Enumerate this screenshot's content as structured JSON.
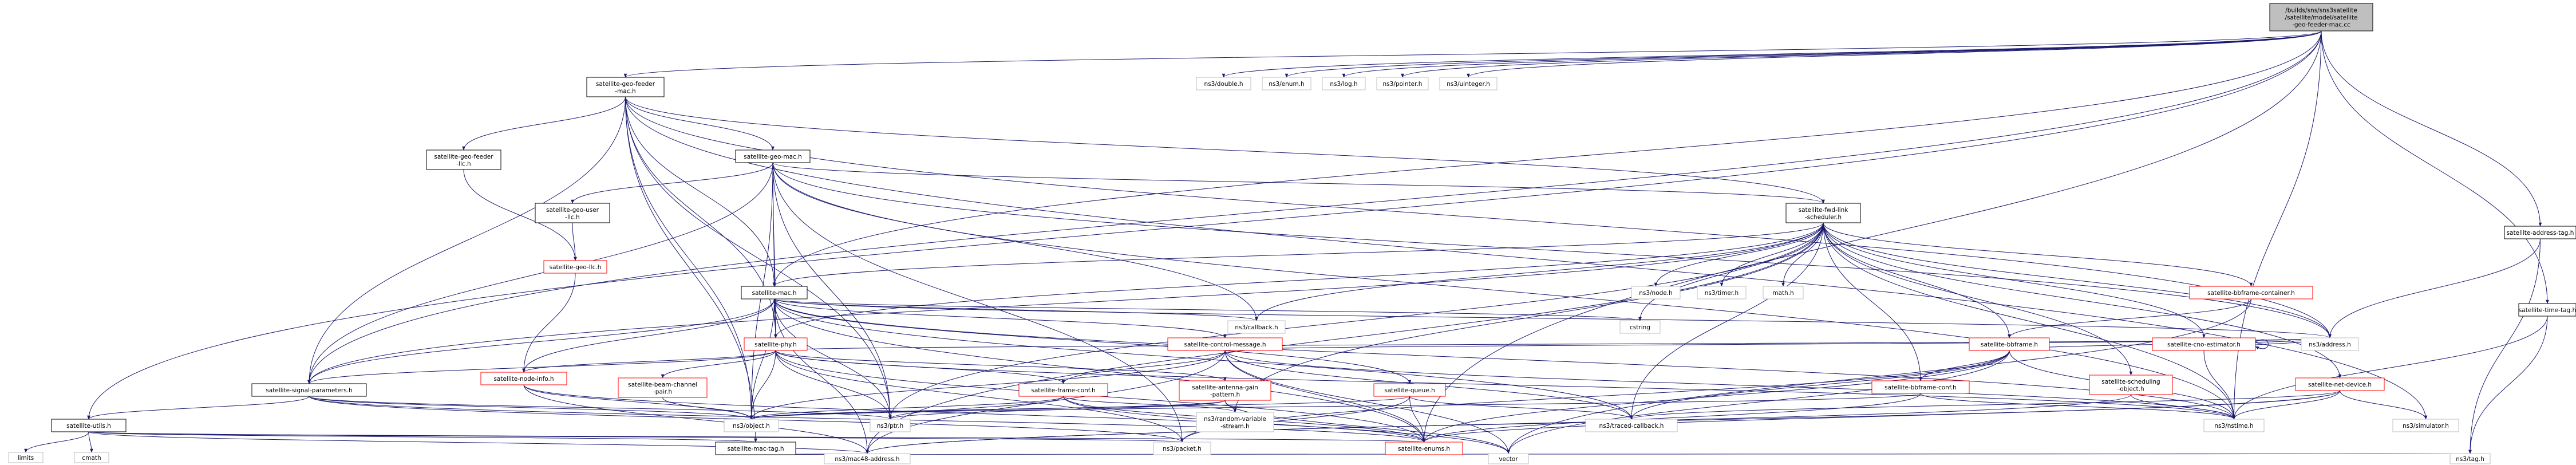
{
  "colors": {
    "edge": "#191970",
    "root_fill": "#bfbfbf",
    "root_border": "#000000",
    "local_border": "#000000",
    "missing_border": "#ff0000",
    "system_border": "#bfbfbf",
    "text": "#000000"
  },
  "chart_data": {
    "type": "diagram",
    "nodes": [
      {
        "id": "root",
        "lines": [
          "/builds/sns/sns3satellite",
          "/satellite/model/satellite",
          "-geo-feeder-mac.cc"
        ],
        "kind": "root"
      },
      {
        "id": "geo_feeder_mac_h",
        "lines": [
          "satellite-geo-feeder",
          "-mac.h"
        ],
        "kind": "local"
      },
      {
        "id": "double",
        "lines": [
          "ns3/double.h"
        ],
        "kind": "system"
      },
      {
        "id": "enum",
        "lines": [
          "ns3/enum.h"
        ],
        "kind": "system"
      },
      {
        "id": "log",
        "lines": [
          "ns3/log.h"
        ],
        "kind": "system"
      },
      {
        "id": "pointer",
        "lines": [
          "ns3/pointer.h"
        ],
        "kind": "system"
      },
      {
        "id": "uinteger",
        "lines": [
          "ns3/uinteger.h"
        ],
        "kind": "system"
      },
      {
        "id": "address_tag",
        "lines": [
          "satellite-address-tag.h"
        ],
        "kind": "local"
      },
      {
        "id": "time_tag",
        "lines": [
          "satellite-time-tag.h"
        ],
        "kind": "local"
      },
      {
        "id": "geo_feeder_llc",
        "lines": [
          "satellite-geo-feeder",
          "-llc.h"
        ],
        "kind": "local"
      },
      {
        "id": "geo_mac",
        "lines": [
          "satellite-geo-mac.h"
        ],
        "kind": "local"
      },
      {
        "id": "geo_user_llc",
        "lines": [
          "satellite-geo-user",
          "-llc.h"
        ],
        "kind": "local"
      },
      {
        "id": "geo_llc",
        "lines": [
          "satellite-geo-llc.h"
        ],
        "kind": "missing"
      },
      {
        "id": "fwd_link",
        "lines": [
          "satellite-fwd-link",
          "-scheduler.h"
        ],
        "kind": "local"
      },
      {
        "id": "mac_h",
        "lines": [
          "satellite-mac.h"
        ],
        "kind": "local"
      },
      {
        "id": "mode",
        "lines": [
          "ns3/node.h"
        ],
        "kind": "system"
      },
      {
        "id": "timer",
        "lines": [
          "ns3/timer.h"
        ],
        "kind": "system"
      },
      {
        "id": "math",
        "lines": [
          "math.h"
        ],
        "kind": "system"
      },
      {
        "id": "bbframe_container",
        "lines": [
          "satellite-bbframe-container.h"
        ],
        "kind": "missing"
      },
      {
        "id": "callback",
        "lines": [
          "ns3/callback.h"
        ],
        "kind": "system"
      },
      {
        "id": "cstring",
        "lines": [
          "cstring"
        ],
        "kind": "system"
      },
      {
        "id": "phy",
        "lines": [
          "satellite-phy.h"
        ],
        "kind": "missing"
      },
      {
        "id": "control_msg",
        "lines": [
          "satellite-control-message.h"
        ],
        "kind": "missing"
      },
      {
        "id": "bbframe",
        "lines": [
          "satellite-bbframe.h"
        ],
        "kind": "missing"
      },
      {
        "id": "cno_estimator",
        "lines": [
          "satellite-cno-estimator.h"
        ],
        "kind": "missing"
      },
      {
        "id": "node_info",
        "lines": [
          "satellite-node-info.h"
        ],
        "kind": "missing"
      },
      {
        "id": "signal_params",
        "lines": [
          "satellite-signal-parameters.h"
        ],
        "kind": "local"
      },
      {
        "id": "beam_channel",
        "lines": [
          "satellite-beam-channel",
          "-pair.h"
        ],
        "kind": "missing"
      },
      {
        "id": "frame_conf",
        "lines": [
          "satellite-frame-conf.h"
        ],
        "kind": "missing"
      },
      {
        "id": "antenna_gain",
        "lines": [
          "satellite-antenna-gain",
          "-pattern.h"
        ],
        "kind": "missing"
      },
      {
        "id": "queue",
        "lines": [
          "satellite-queue.h"
        ],
        "kind": "missing"
      },
      {
        "id": "bbframe_conf",
        "lines": [
          "satellite-bbframe-conf.h"
        ],
        "kind": "missing"
      },
      {
        "id": "scheduling_obj",
        "lines": [
          "satellite-scheduling",
          "-object.h"
        ],
        "kind": "missing"
      },
      {
        "id": "net_device",
        "lines": [
          "satellite-net-device.h"
        ],
        "kind": "missing"
      },
      {
        "id": "address",
        "lines": [
          "ns3/address.h"
        ],
        "kind": "system"
      },
      {
        "id": "utils",
        "lines": [
          "satellite-utils.h"
        ],
        "kind": "local"
      },
      {
        "id": "object",
        "lines": [
          "ns3/object.h"
        ],
        "kind": "system"
      },
      {
        "id": "ptr",
        "lines": [
          "ns3/ptr.h"
        ],
        "kind": "system"
      },
      {
        "id": "random_var",
        "lines": [
          "ns3/random-variable",
          "-stream.h"
        ],
        "kind": "system"
      },
      {
        "id": "traced_cb",
        "lines": [
          "ns3/traced-callback.h"
        ],
        "kind": "system"
      },
      {
        "id": "nstime",
        "lines": [
          "ns3/nstime.h"
        ],
        "kind": "system"
      },
      {
        "id": "simulator",
        "lines": [
          "ns3/simulator.h"
        ],
        "kind": "system"
      },
      {
        "id": "limits",
        "lines": [
          "limits"
        ],
        "kind": "system"
      },
      {
        "id": "cmath",
        "lines": [
          "cmath"
        ],
        "kind": "system"
      },
      {
        "id": "mac_tag",
        "lines": [
          "satellite-mac-tag.h"
        ],
        "kind": "local"
      },
      {
        "id": "packet",
        "lines": [
          "ns3/packet.h"
        ],
        "kind": "system"
      },
      {
        "id": "enums",
        "lines": [
          "satellite-enums.h"
        ],
        "kind": "missing"
      },
      {
        "id": "mac48",
        "lines": [
          "ns3/mac48-address.h"
        ],
        "kind": "system"
      },
      {
        "id": "vector",
        "lines": [
          "vector"
        ],
        "kind": "system"
      },
      {
        "id": "tag",
        "lines": [
          "ns3/tag.h"
        ],
        "kind": "system"
      }
    ],
    "edges": [
      [
        "root",
        "geo_feeder_mac_h"
      ],
      [
        "root",
        "double"
      ],
      [
        "root",
        "enum"
      ],
      [
        "root",
        "log"
      ],
      [
        "root",
        "pointer"
      ],
      [
        "root",
        "uinteger"
      ],
      [
        "root",
        "address_tag"
      ],
      [
        "root",
        "time_tag"
      ],
      [
        "root",
        "mac_h"
      ],
      [
        "root",
        "signal_params"
      ],
      [
        "root",
        "utils"
      ],
      [
        "root",
        "nstime"
      ],
      [
        "root",
        "enums"
      ],
      [
        "geo_feeder_mac_h",
        "geo_feeder_llc"
      ],
      [
        "geo_feeder_mac_h",
        "geo_mac"
      ],
      [
        "geo_feeder_mac_h",
        "fwd_link"
      ],
      [
        "geo_feeder_mac_h",
        "mac_h"
      ],
      [
        "geo_feeder_mac_h",
        "phy"
      ],
      [
        "geo_feeder_mac_h",
        "signal_params"
      ],
      [
        "geo_feeder_mac_h",
        "object"
      ],
      [
        "geo_feeder_mac_h",
        "ptr"
      ],
      [
        "geo_feeder_mac_h",
        "address"
      ],
      [
        "geo_feeder_mac_h",
        "mac_tag"
      ],
      [
        "geo_feeder_mac_h",
        "simulator"
      ],
      [
        "geo_feeder_llc",
        "geo_llc"
      ],
      [
        "geo_user_llc",
        "geo_llc"
      ],
      [
        "geo_llc",
        "node_info"
      ],
      [
        "geo_mac",
        "geo_user_llc"
      ],
      [
        "geo_mac",
        "fwd_link"
      ],
      [
        "geo_mac",
        "mac_h"
      ],
      [
        "geo_mac",
        "phy"
      ],
      [
        "geo_mac",
        "signal_params"
      ],
      [
        "geo_mac",
        "ptr"
      ],
      [
        "geo_mac",
        "object"
      ],
      [
        "geo_mac",
        "callback"
      ],
      [
        "geo_mac",
        "address"
      ],
      [
        "geo_mac",
        "packet"
      ],
      [
        "geo_mac",
        "nstime"
      ],
      [
        "fwd_link",
        "mode"
      ],
      [
        "fwd_link",
        "timer"
      ],
      [
        "fwd_link",
        "math"
      ],
      [
        "fwd_link",
        "bbframe_container"
      ],
      [
        "fwd_link",
        "cno_estimator"
      ],
      [
        "fwd_link",
        "bbframe"
      ],
      [
        "fwd_link",
        "bbframe_conf"
      ],
      [
        "fwd_link",
        "scheduling_obj"
      ],
      [
        "fwd_link",
        "net_device"
      ],
      [
        "fwd_link",
        "mac_h"
      ],
      [
        "fwd_link",
        "phy"
      ],
      [
        "fwd_link",
        "signal_params"
      ],
      [
        "fwd_link",
        "cstring"
      ],
      [
        "fwd_link",
        "callback"
      ],
      [
        "fwd_link",
        "ptr"
      ],
      [
        "fwd_link",
        "address"
      ],
      [
        "fwd_link",
        "traced_cb"
      ],
      [
        "fwd_link",
        "nstime"
      ],
      [
        "fwd_link",
        "random_var"
      ],
      [
        "fwd_link",
        "mac48"
      ],
      [
        "mac_h",
        "callback"
      ],
      [
        "mac_h",
        "cstring"
      ],
      [
        "mac_h",
        "phy"
      ],
      [
        "mac_h",
        "control_msg"
      ],
      [
        "mac_h",
        "queue"
      ],
      [
        "mac_h",
        "node_info"
      ],
      [
        "mac_h",
        "signal_params"
      ],
      [
        "mac_h",
        "ptr"
      ],
      [
        "mac_h",
        "object"
      ],
      [
        "mac_h",
        "address"
      ],
      [
        "mac_h",
        "traced_cb"
      ],
      [
        "mac_h",
        "nstime"
      ],
      [
        "mac_h",
        "mac48"
      ],
      [
        "mac_h",
        "enums"
      ],
      [
        "phy",
        "node_info"
      ],
      [
        "phy",
        "signal_params"
      ],
      [
        "phy",
        "beam_channel"
      ],
      [
        "phy",
        "frame_conf"
      ],
      [
        "phy",
        "antenna_gain"
      ],
      [
        "phy",
        "object"
      ],
      [
        "phy",
        "ptr"
      ],
      [
        "phy",
        "packet"
      ],
      [
        "phy",
        "nstime"
      ],
      [
        "phy",
        "address"
      ],
      [
        "phy",
        "enums"
      ],
      [
        "control_msg",
        "frame_conf"
      ],
      [
        "control_msg",
        "enums"
      ],
      [
        "control_msg",
        "object"
      ],
      [
        "control_msg",
        "traced_cb"
      ],
      [
        "control_msg",
        "vector"
      ],
      [
        "control_msg",
        "mac48"
      ],
      [
        "control_msg",
        "address"
      ],
      [
        "control_msg",
        "nstime"
      ],
      [
        "bbframe_container",
        "bbframe"
      ],
      [
        "bbframe_container",
        "vector"
      ],
      [
        "bbframe",
        "bbframe_conf"
      ],
      [
        "bbframe",
        "packet"
      ],
      [
        "bbframe",
        "traced_cb"
      ],
      [
        "bbframe",
        "address"
      ],
      [
        "bbframe",
        "nstime"
      ],
      [
        "bbframe",
        "enums"
      ],
      [
        "bbframe",
        "vector"
      ],
      [
        "cno_estimator",
        "cno_estimator"
      ],
      [
        "cno_estimator",
        "address"
      ],
      [
        "cno_estimator",
        "nstime"
      ],
      [
        "node_info",
        "mac48"
      ],
      [
        "node_info",
        "enums"
      ],
      [
        "node_info",
        "object"
      ],
      [
        "signal_params",
        "utils"
      ],
      [
        "signal_params",
        "object"
      ],
      [
        "signal_params",
        "ptr"
      ],
      [
        "signal_params",
        "packet"
      ],
      [
        "signal_params",
        "enums"
      ],
      [
        "beam_channel",
        "object"
      ],
      [
        "frame_conf",
        "random_var"
      ],
      [
        "frame_conf",
        "enums"
      ],
      [
        "frame_conf",
        "object"
      ],
      [
        "frame_conf",
        "ptr"
      ],
      [
        "frame_conf",
        "vector"
      ],
      [
        "antenna_gain",
        "random_var"
      ],
      [
        "antenna_gain",
        "object"
      ],
      [
        "antenna_gain",
        "ptr"
      ],
      [
        "antenna_gain",
        "vector"
      ],
      [
        "queue",
        "object"
      ],
      [
        "queue",
        "traced_cb"
      ],
      [
        "queue",
        "packet"
      ],
      [
        "queue",
        "enums"
      ],
      [
        "bbframe_conf",
        "object"
      ],
      [
        "bbframe_conf",
        "enums"
      ],
      [
        "bbframe_conf",
        "nstime"
      ],
      [
        "scheduling_obj",
        "nstime"
      ],
      [
        "scheduling_obj",
        "mac48"
      ],
      [
        "net_device",
        "simulator"
      ],
      [
        "net_device",
        "traced_cb"
      ],
      [
        "net_device",
        "enums"
      ],
      [
        "net_device",
        "mac48"
      ],
      [
        "net_device",
        "nstime"
      ],
      [
        "address_tag",
        "address"
      ],
      [
        "address_tag",
        "tag"
      ],
      [
        "time_tag",
        "nstime"
      ],
      [
        "time_tag",
        "tag"
      ],
      [
        "utils",
        "limits"
      ],
      [
        "utils",
        "cmath"
      ],
      [
        "utils",
        "mac_tag"
      ],
      [
        "utils",
        "packet"
      ],
      [
        "utils",
        "enums"
      ],
      [
        "utils",
        "mac48"
      ],
      [
        "mac_tag",
        "mac48"
      ],
      [
        "mac_tag",
        "tag"
      ]
    ]
  }
}
